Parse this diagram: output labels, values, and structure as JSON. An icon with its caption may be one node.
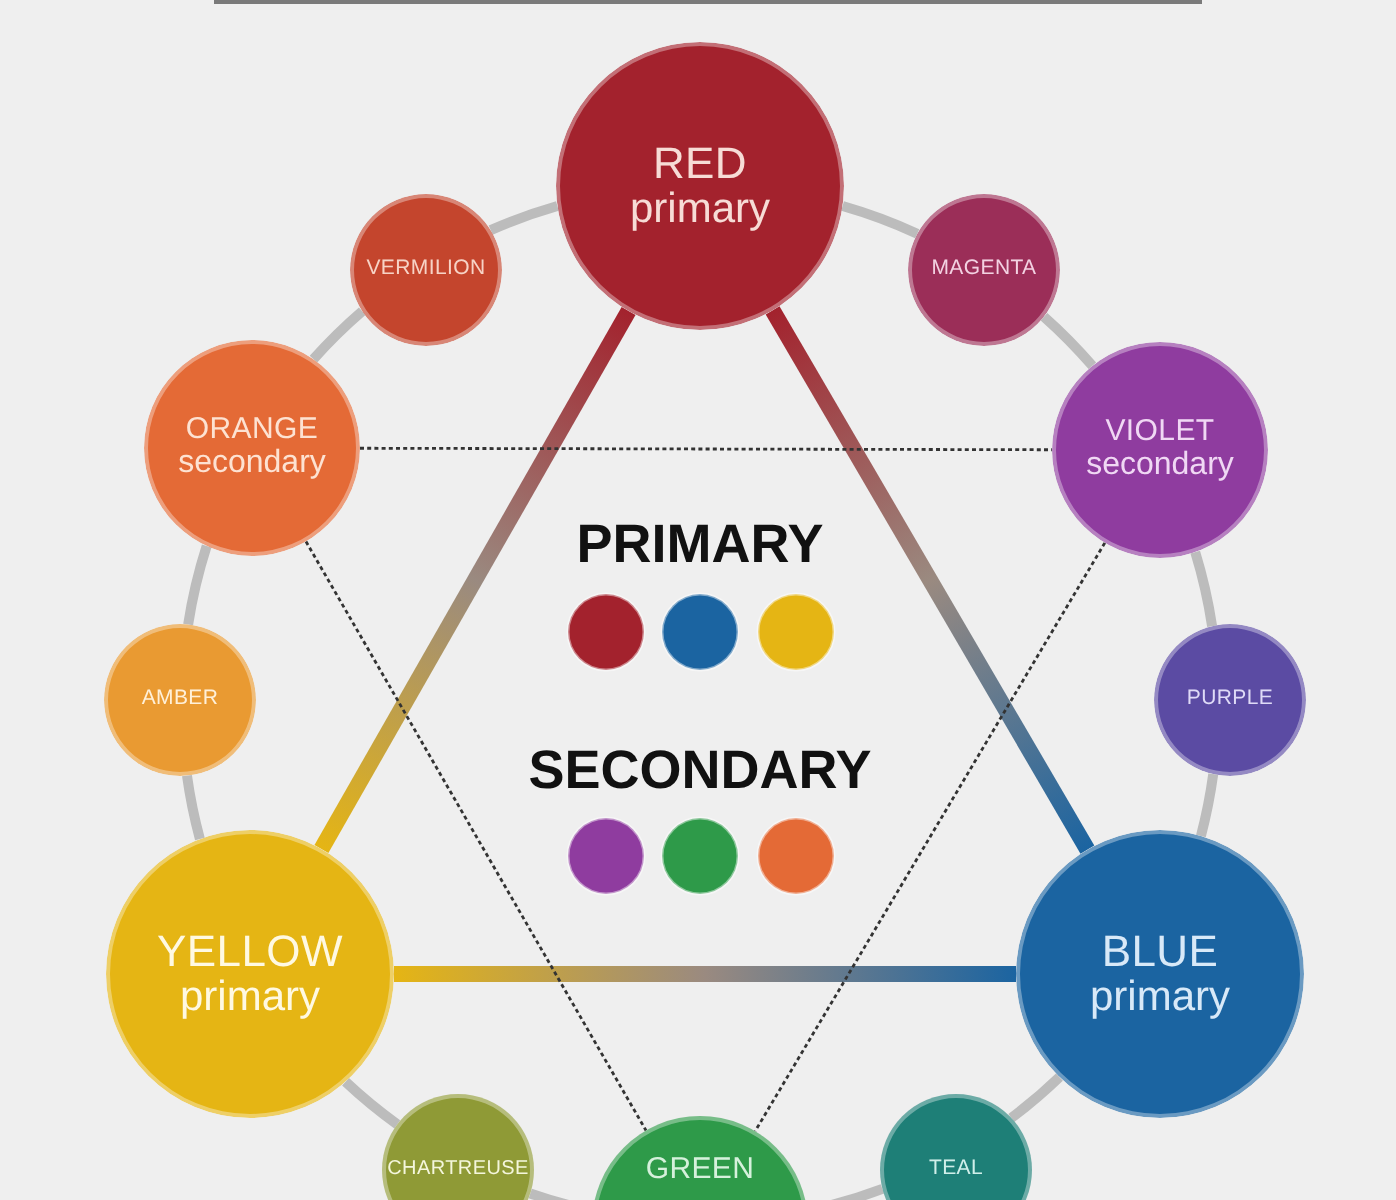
{
  "diagram": {
    "nodes": [
      {
        "text": [
          "RED",
          "primary"
        ]
      },
      {
        "text": [
          "VERMILION"
        ]
      },
      {
        "text": [
          "MAGENTA"
        ]
      },
      {
        "text": [
          "ORANGE",
          "secondary"
        ]
      },
      {
        "text": [
          "VIOLET",
          "secondary"
        ]
      },
      {
        "text": [
          "AMBER"
        ]
      },
      {
        "text": [
          "PURPLE"
        ]
      },
      {
        "text": [
          "YELLOW",
          "primary"
        ]
      },
      {
        "text": [
          "BLUE",
          "primary"
        ]
      },
      {
        "text": [
          "CHARTREUSE"
        ]
      },
      {
        "text": [
          "GREEN"
        ]
      },
      {
        "text": [
          "TEAL"
        ]
      }
    ],
    "edges": [
      {
        "from": 0,
        "to": 2,
        "arrow": "none"
      },
      {
        "from": 2,
        "to": 4,
        "arrow": "none"
      },
      {
        "from": 4,
        "to": 6,
        "arrow": "none"
      },
      {
        "from": 6,
        "to": 8,
        "arrow": "none"
      },
      {
        "from": 8,
        "to": 11,
        "arrow": "none"
      },
      {
        "from": 11,
        "to": 10,
        "arrow": "none"
      },
      {
        "from": 10,
        "to": 9,
        "arrow": "none"
      },
      {
        "from": 9,
        "to": 7,
        "arrow": "none"
      },
      {
        "from": 7,
        "to": 5,
        "arrow": "none"
      },
      {
        "from": 5,
        "to": 3,
        "arrow": "none"
      },
      {
        "from": 3,
        "to": 1,
        "arrow": "none"
      },
      {
        "from": 1,
        "to": 0,
        "arrow": "none"
      },
      {
        "from": 0,
        "to": 7,
        "arrow": "none",
        "style": "thick"
      },
      {
        "from": 0,
        "to": 8,
        "arrow": "none",
        "style": "thick"
      },
      {
        "from": 7,
        "to": 8,
        "arrow": "none",
        "style": "thick"
      },
      {
        "from": 3,
        "to": 4,
        "arrow": "none",
        "style": "dashed",
        "color": "#333333"
      },
      {
        "from": 3,
        "to": 10,
        "arrow": "none",
        "style": "dashed",
        "color": "#333333"
      },
      {
        "from": 4,
        "to": 10,
        "arrow": "none",
        "style": "dashed",
        "color": "#333333"
      }
    ],
    "labels": [
      "PRIMARY",
      "SECONDARY"
    ]
  }
}
